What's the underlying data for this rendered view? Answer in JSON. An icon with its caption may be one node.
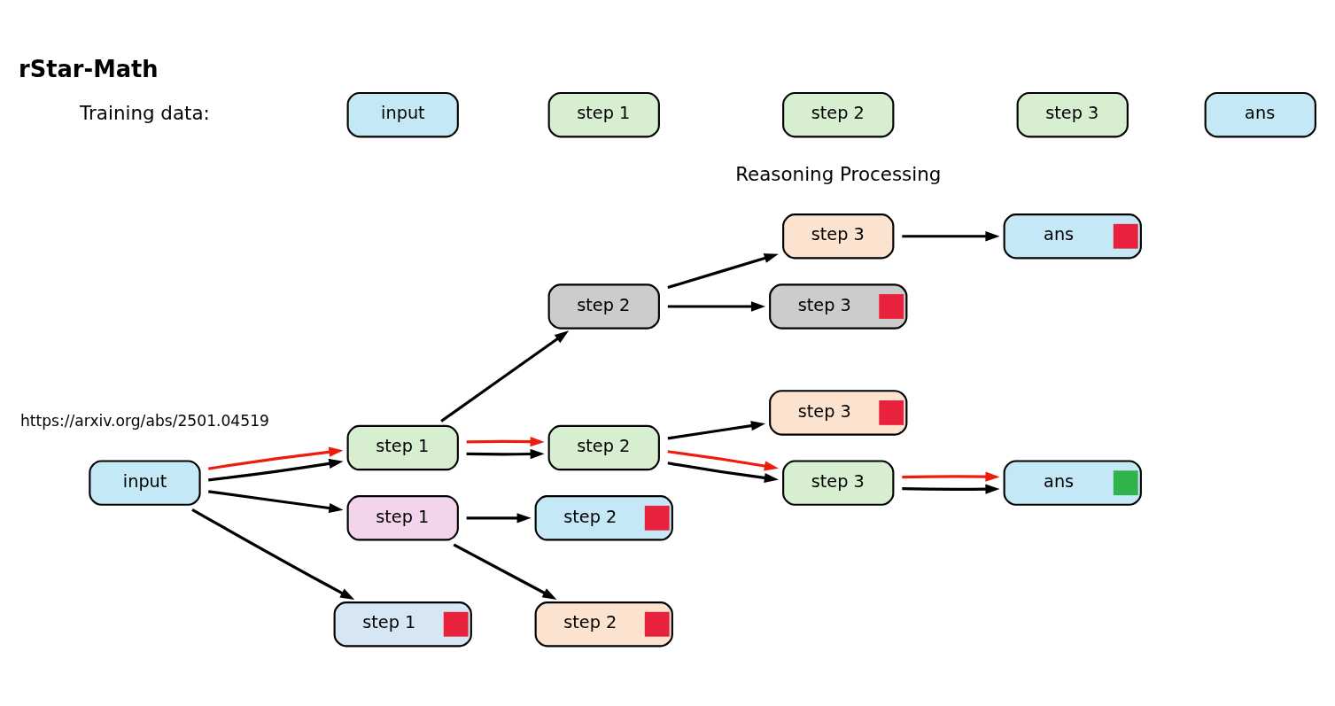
{
  "diagram": {
    "title": "rStar-Math",
    "nodes": [
      {
        "text": [
          "input"
        ]
      },
      {
        "text": [
          "step 1"
        ]
      },
      {
        "text": [
          "step 1"
        ]
      },
      {
        "text": [
          "step 1"
        ]
      },
      {
        "text": [
          "step 2"
        ]
      },
      {
        "text": [
          "step 2"
        ]
      },
      {
        "text": [
          "step 2"
        ]
      },
      {
        "text": [
          "step 2"
        ]
      },
      {
        "text": [
          "step 3"
        ]
      },
      {
        "text": [
          "step 3"
        ]
      },
      {
        "text": [
          "step 3"
        ]
      },
      {
        "text": [
          "step 3"
        ]
      },
      {
        "text": [
          "ans"
        ]
      },
      {
        "text": [
          "ans"
        ]
      },
      {
        "text": [
          "input"
        ]
      },
      {
        "text": [
          "step 1"
        ]
      },
      {
        "text": [
          "step 2"
        ]
      },
      {
        "text": [
          "step 3"
        ]
      },
      {
        "text": [
          "ans"
        ]
      }
    ],
    "edges": [
      {
        "from": 0,
        "to": 1,
        "arrow": "to"
      },
      {
        "from": 0,
        "to": 2,
        "arrow": "to"
      },
      {
        "from": 0,
        "to": 3,
        "arrow": "to"
      },
      {
        "from": 0,
        "to": 3,
        "arrow": "to",
        "color": "#ee1c0c"
      },
      {
        "from": 1,
        "to": 4,
        "arrow": "to"
      },
      {
        "from": 1,
        "to": 5,
        "arrow": "to"
      },
      {
        "from": 3,
        "to": 6,
        "arrow": "to"
      },
      {
        "from": 3,
        "to": 6,
        "arrow": "to",
        "color": "#ee1c0c"
      },
      {
        "from": 3,
        "to": 7,
        "arrow": "to"
      },
      {
        "from": 6,
        "to": 8,
        "arrow": "to"
      },
      {
        "from": 6,
        "to": 8,
        "arrow": "to",
        "color": "#ee1c0c"
      },
      {
        "from": 6,
        "to": 9,
        "arrow": "to"
      },
      {
        "from": 7,
        "to": 10,
        "arrow": "to"
      },
      {
        "from": 7,
        "to": 11,
        "arrow": "to"
      },
      {
        "from": 8,
        "to": 12,
        "arrow": "to"
      },
      {
        "from": 8,
        "to": 12,
        "arrow": "to",
        "color": "#ee1c0c"
      },
      {
        "from": 11,
        "to": 13,
        "arrow": "to"
      }
    ],
    "labels": [
      "https://arxiv.org/abs/2501.04519",
      "Training data:",
      "Reasoning Processing"
    ]
  }
}
